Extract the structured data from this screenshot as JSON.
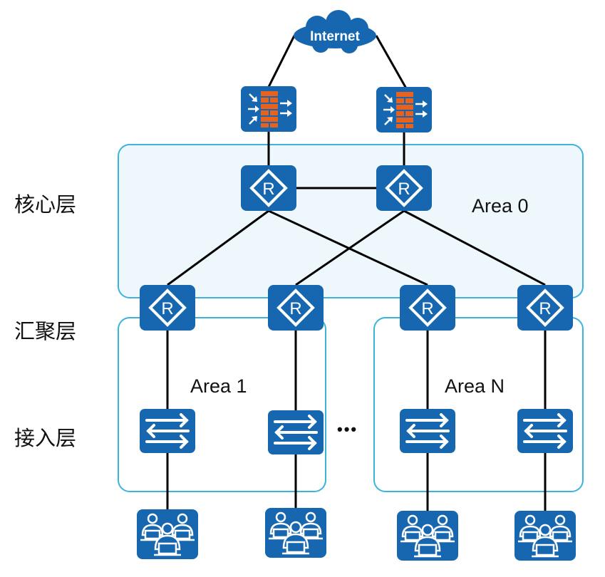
{
  "internet": {
    "label": "Internet"
  },
  "layers": {
    "core": "核心层",
    "distribution": "汇聚层",
    "access": "接入层"
  },
  "areas": {
    "area0": "Area 0",
    "area1": "Area 1",
    "areaN": "Area N"
  },
  "ellipsis": "•••",
  "router_glyph": "R",
  "colors": {
    "device": "#1767b0",
    "firewall_brick": "#e8621e",
    "area_border": "#3bb3db",
    "area_fill": "#eef8fc",
    "link": "#000000"
  }
}
